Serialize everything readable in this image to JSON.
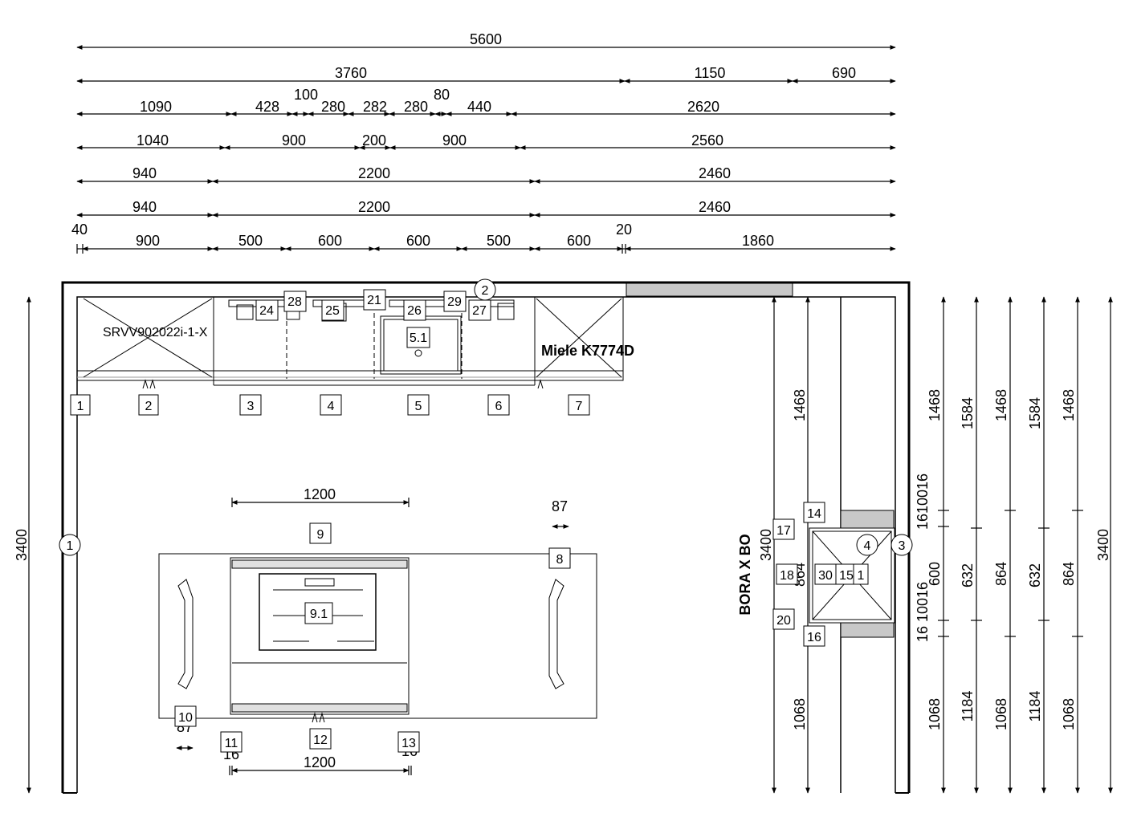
{
  "top_dims": {
    "row1": [
      "5600"
    ],
    "row2": [
      "3760",
      "1150",
      "690"
    ],
    "row3": [
      "1090",
      "428",
      "100",
      "280",
      "282",
      "280",
      "80",
      "440",
      "2620"
    ],
    "row4": [
      "1040",
      "900",
      "200",
      "900",
      "2560"
    ],
    "row5": [
      "940",
      "2200",
      "2460"
    ],
    "row6": [
      "940",
      "2200",
      "2460"
    ],
    "row7": [
      "40",
      "900",
      "500",
      "600",
      "600",
      "500",
      "600",
      "20",
      "1860"
    ]
  },
  "left_dim": "3400",
  "right_dims": {
    "a": [
      "1468",
      "16",
      "100",
      "16",
      "600",
      "16",
      "100",
      "16",
      "1068"
    ],
    "b": [
      "1584",
      "632",
      "1184"
    ],
    "c": [
      "1468",
      "864",
      "1068"
    ],
    "d": [
      "1584",
      "632",
      "1184"
    ],
    "e": [
      "1468",
      "864",
      "1068"
    ],
    "f": [
      "3400"
    ]
  },
  "wall_markers": [
    "1",
    "2",
    "3",
    "4"
  ],
  "cabinet_numbers": [
    "1",
    "2",
    "3",
    "4",
    "5",
    "6",
    "7"
  ],
  "small_labels": [
    "24",
    "28",
    "25",
    "21",
    "26",
    "29",
    "27",
    "5.1"
  ],
  "appliances": {
    "hood": "SRVV902022i-1-X",
    "dishwasher": "Miele K7774D",
    "cooktop": "BORA X BO"
  },
  "island": {
    "dim_top": "1200",
    "dim_bottom": "1200",
    "dim_87_top": "87",
    "dim_87_bottom": "87",
    "dim_16_left": "16",
    "dim_16_right": "16",
    "labels": [
      "9",
      "8",
      "9.1",
      "10",
      "11",
      "12",
      "13"
    ]
  },
  "tall_unit": {
    "dim_3400": "3400",
    "dim_864": "864",
    "dim_1468": "1468",
    "dim_1068": "1068",
    "labels": [
      "14",
      "17",
      "18",
      "30",
      "15",
      "1",
      "20",
      "16"
    ]
  }
}
